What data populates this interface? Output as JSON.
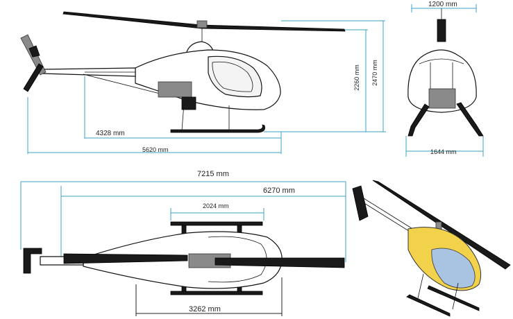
{
  "dimensions": {
    "side_4328": "4328 mm",
    "side_5620": "5620 mm",
    "side_2260": "2260 mm",
    "side_2470": "2470 mm",
    "front_1200": "1200 mm",
    "front_1644": "1644 mm",
    "top_7215": "7215 mm",
    "top_6270": "6270 mm",
    "top_2024": "2024 mm",
    "top_3262": "3262 mm"
  },
  "colors": {
    "dimension_line": "#3ba3c6",
    "body_yellow": "#f2d24a",
    "canopy_blue": "#a9c4e3",
    "outline": "#111111"
  }
}
